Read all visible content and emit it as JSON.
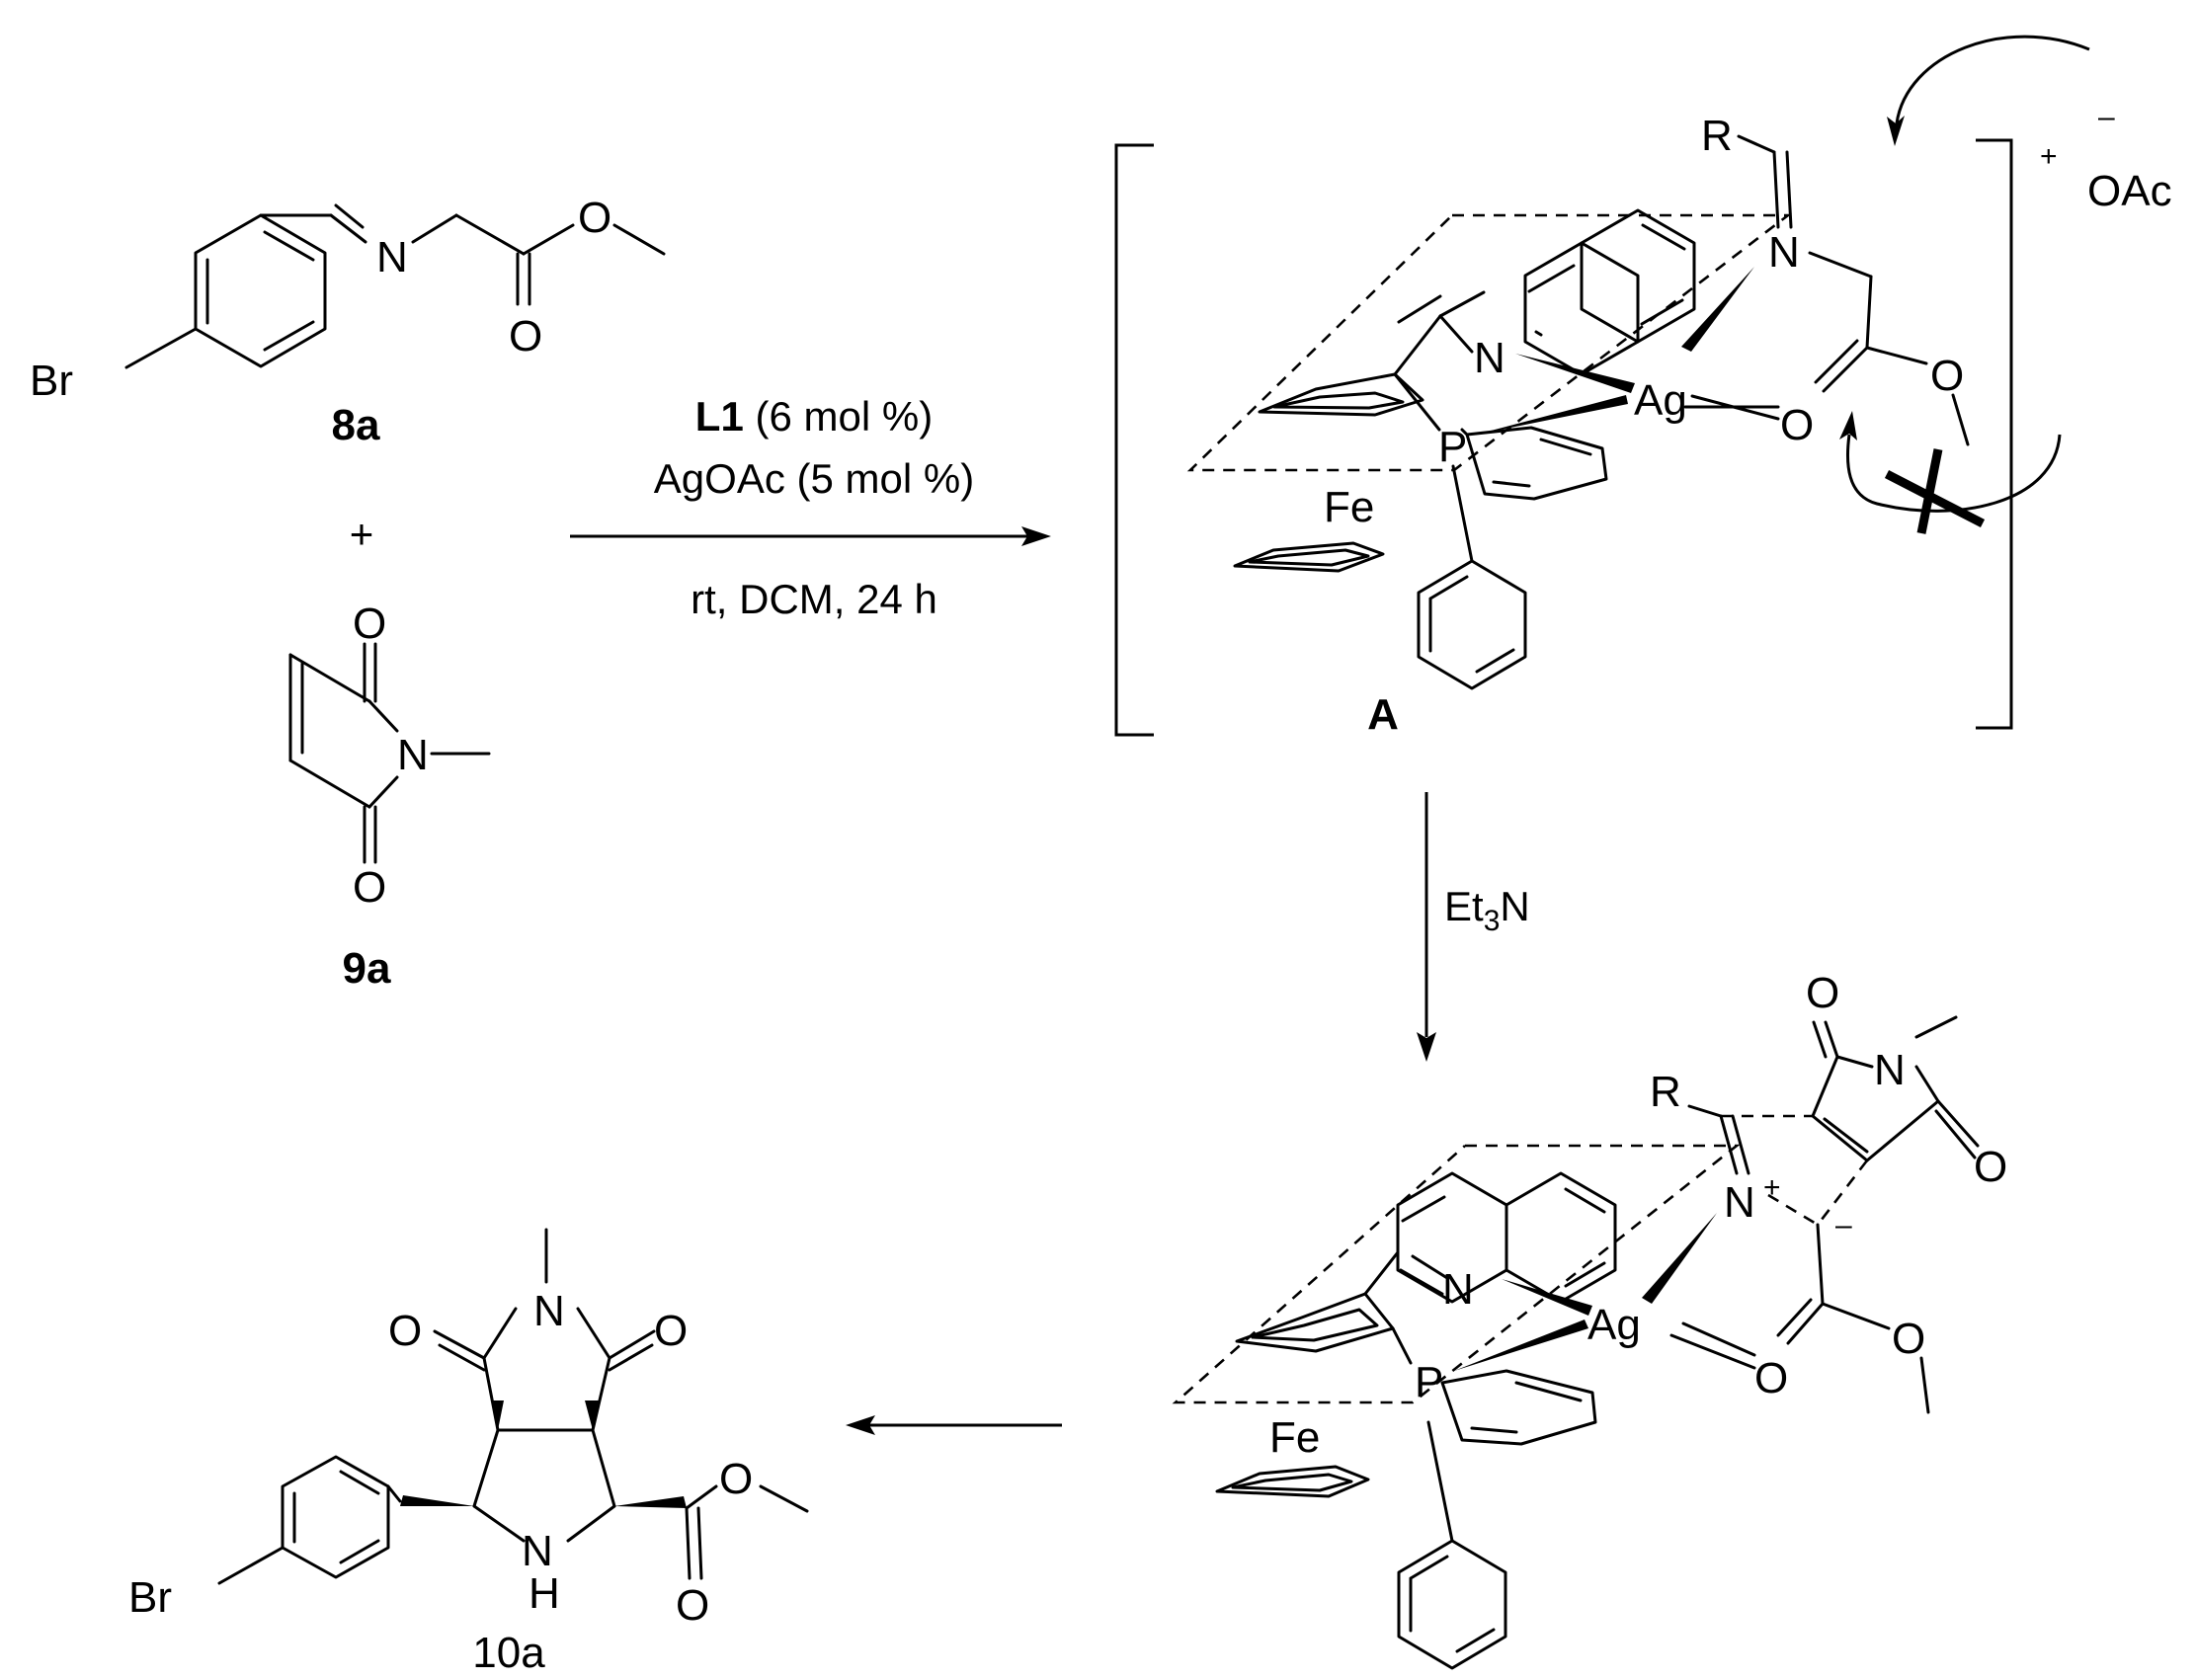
{
  "compounds": {
    "imine": {
      "label": "8a",
      "br": "Br",
      "n": "N",
      "o_ether": "O",
      "o_carbonyl": "O"
    },
    "maleimide": {
      "label": "9a",
      "o_top": "O",
      "n": "N",
      "o_bottom": "O"
    },
    "product": {
      "label": "10a",
      "br": "Br",
      "n_imide": "N",
      "o_left": "O",
      "o_right": "O",
      "nh_n": "N",
      "nh_h": "H",
      "o_ether": "O",
      "o_carbonyl": "O"
    }
  },
  "plus_sign": "+",
  "reaction_arrow_1": {
    "catalyst_bold": "L1",
    "catalyst_rest": "(6 mol %)",
    "metal": "AgOAc (5 mol %)",
    "conditions": "rt, DCM, 24 h"
  },
  "reaction_arrow_2": {
    "reagent_main": "Et",
    "reagent_sub": "3",
    "reagent_tail": "N"
  },
  "intermediate_A": {
    "label": "A",
    "r": "R",
    "n_imine": "N",
    "n_quinoline": "N",
    "ag": "Ag",
    "p": "P",
    "fe": "Fe",
    "o_coord": "O",
    "o_ether": "O",
    "charge": "+",
    "counterion_charge": "–",
    "counterion": "OAc"
  },
  "intermediate_B": {
    "r": "R",
    "n_plus": "N",
    "plus": "+",
    "minus": "–",
    "n_imide": "N",
    "o_top": "O",
    "o_right": "O",
    "n_quinoline": "N",
    "ag": "Ag",
    "p": "P",
    "fe": "Fe",
    "o_coord": "O",
    "o_ether": "O"
  }
}
